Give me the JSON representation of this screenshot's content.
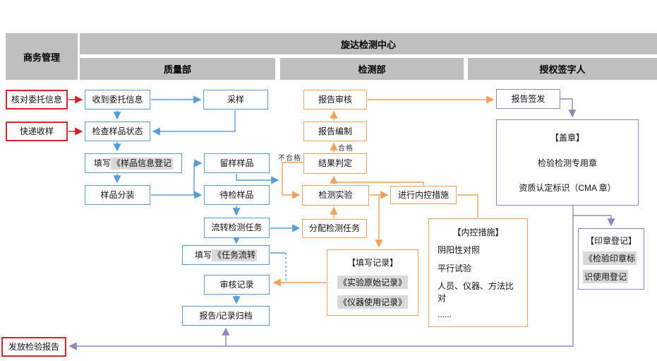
{
  "header": {
    "left": "商务管理",
    "center": "旋达检测中心",
    "dept_quality": "质量部",
    "dept_testing": "检测部",
    "dept_signer": "授权签字人"
  },
  "nodes": {
    "check_commission": "核对委托信息",
    "express_receive": "快递收样",
    "issue_report": "发放检验报告",
    "receive_commission": "收到委托信息",
    "check_sample_status": "检查样品状态",
    "fill_sample_prefix": "填写",
    "fill_sample_highlight": "《样品信息登记",
    "sample_split": "样品分装",
    "sampling": "采样",
    "retained_sample": "留样样品",
    "pending_sample": "待检样品",
    "transfer_task": "流转检测任务",
    "fill_task_prefix": "填写",
    "fill_task_highlight": "《任务流转",
    "review_record": "审核记录",
    "archive": "报告/记录归档",
    "report_review": "报告审核",
    "report_prepare": "报告编制",
    "result_judge": "结果判定",
    "test_experiment": "检测实验",
    "assign_task": "分配检测任务",
    "internal_control": "进行内控措施",
    "report_sign": "报告签发"
  },
  "fill_record_box": {
    "title": "【填写记录】",
    "items": [
      "《实验原始记录》",
      "《仪器使用记录》"
    ]
  },
  "control_box": {
    "title": "【内控措施】",
    "items": [
      "阴阳性对照",
      "平行试验",
      "人员、仪器、方法比对",
      "......"
    ]
  },
  "seal_box": {
    "title": "【盖章】",
    "items": [
      "检验检测专用章",
      "资质认定标识（CMA 章）"
    ]
  },
  "seal_register_box": {
    "title": "【印章登记】",
    "items": [
      "《检验印章标",
      "识使用登记"
    ]
  },
  "edge_labels": {
    "pass": "合格",
    "fail": "不合格"
  },
  "colors": {
    "blue": "#5b9bd5",
    "red": "#d5262b",
    "orange": "#efa05c",
    "purple": "#9585bd",
    "header_bg": "#bfbfbf",
    "highlight_bg": "#d9d9d9"
  }
}
